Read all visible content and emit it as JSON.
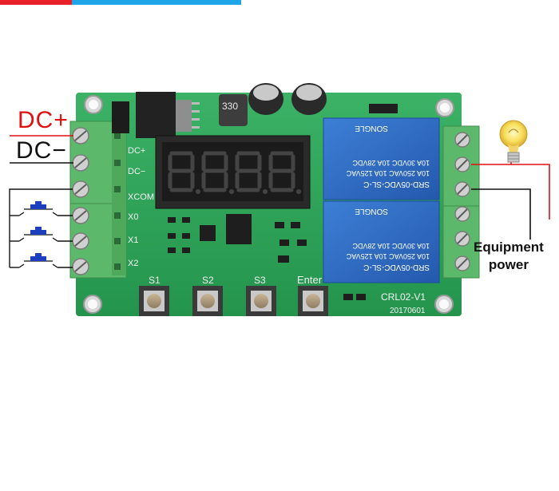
{
  "labels": {
    "dc_plus": "DC+",
    "dc_minus": "DC−",
    "equipment_power_line1": "Equipment",
    "equipment_power_line2": "power"
  },
  "board": {
    "terminals_left": [
      "DC+",
      "DC−",
      "XCOM",
      "X0",
      "X1",
      "X2"
    ],
    "buttons": [
      "S1",
      "S2",
      "S3",
      "Enter"
    ],
    "model": "CRL02-V1",
    "date": "20170601",
    "inductor_code": "330",
    "display_digits": "8.8.8.8.",
    "relay_label_top": "SRD-05VDC-SL-C",
    "relay_rating_1": "10A 250VAC 10A 125VAC",
    "relay_rating_2": "10A 30VDC 10A 28VDC",
    "relay_brand": "SONGLE"
  },
  "colors": {
    "pcb": "#2fa85a",
    "terminal": "#5cb86a",
    "relay": "#3470c8",
    "dc_plus": "#e01010"
  }
}
